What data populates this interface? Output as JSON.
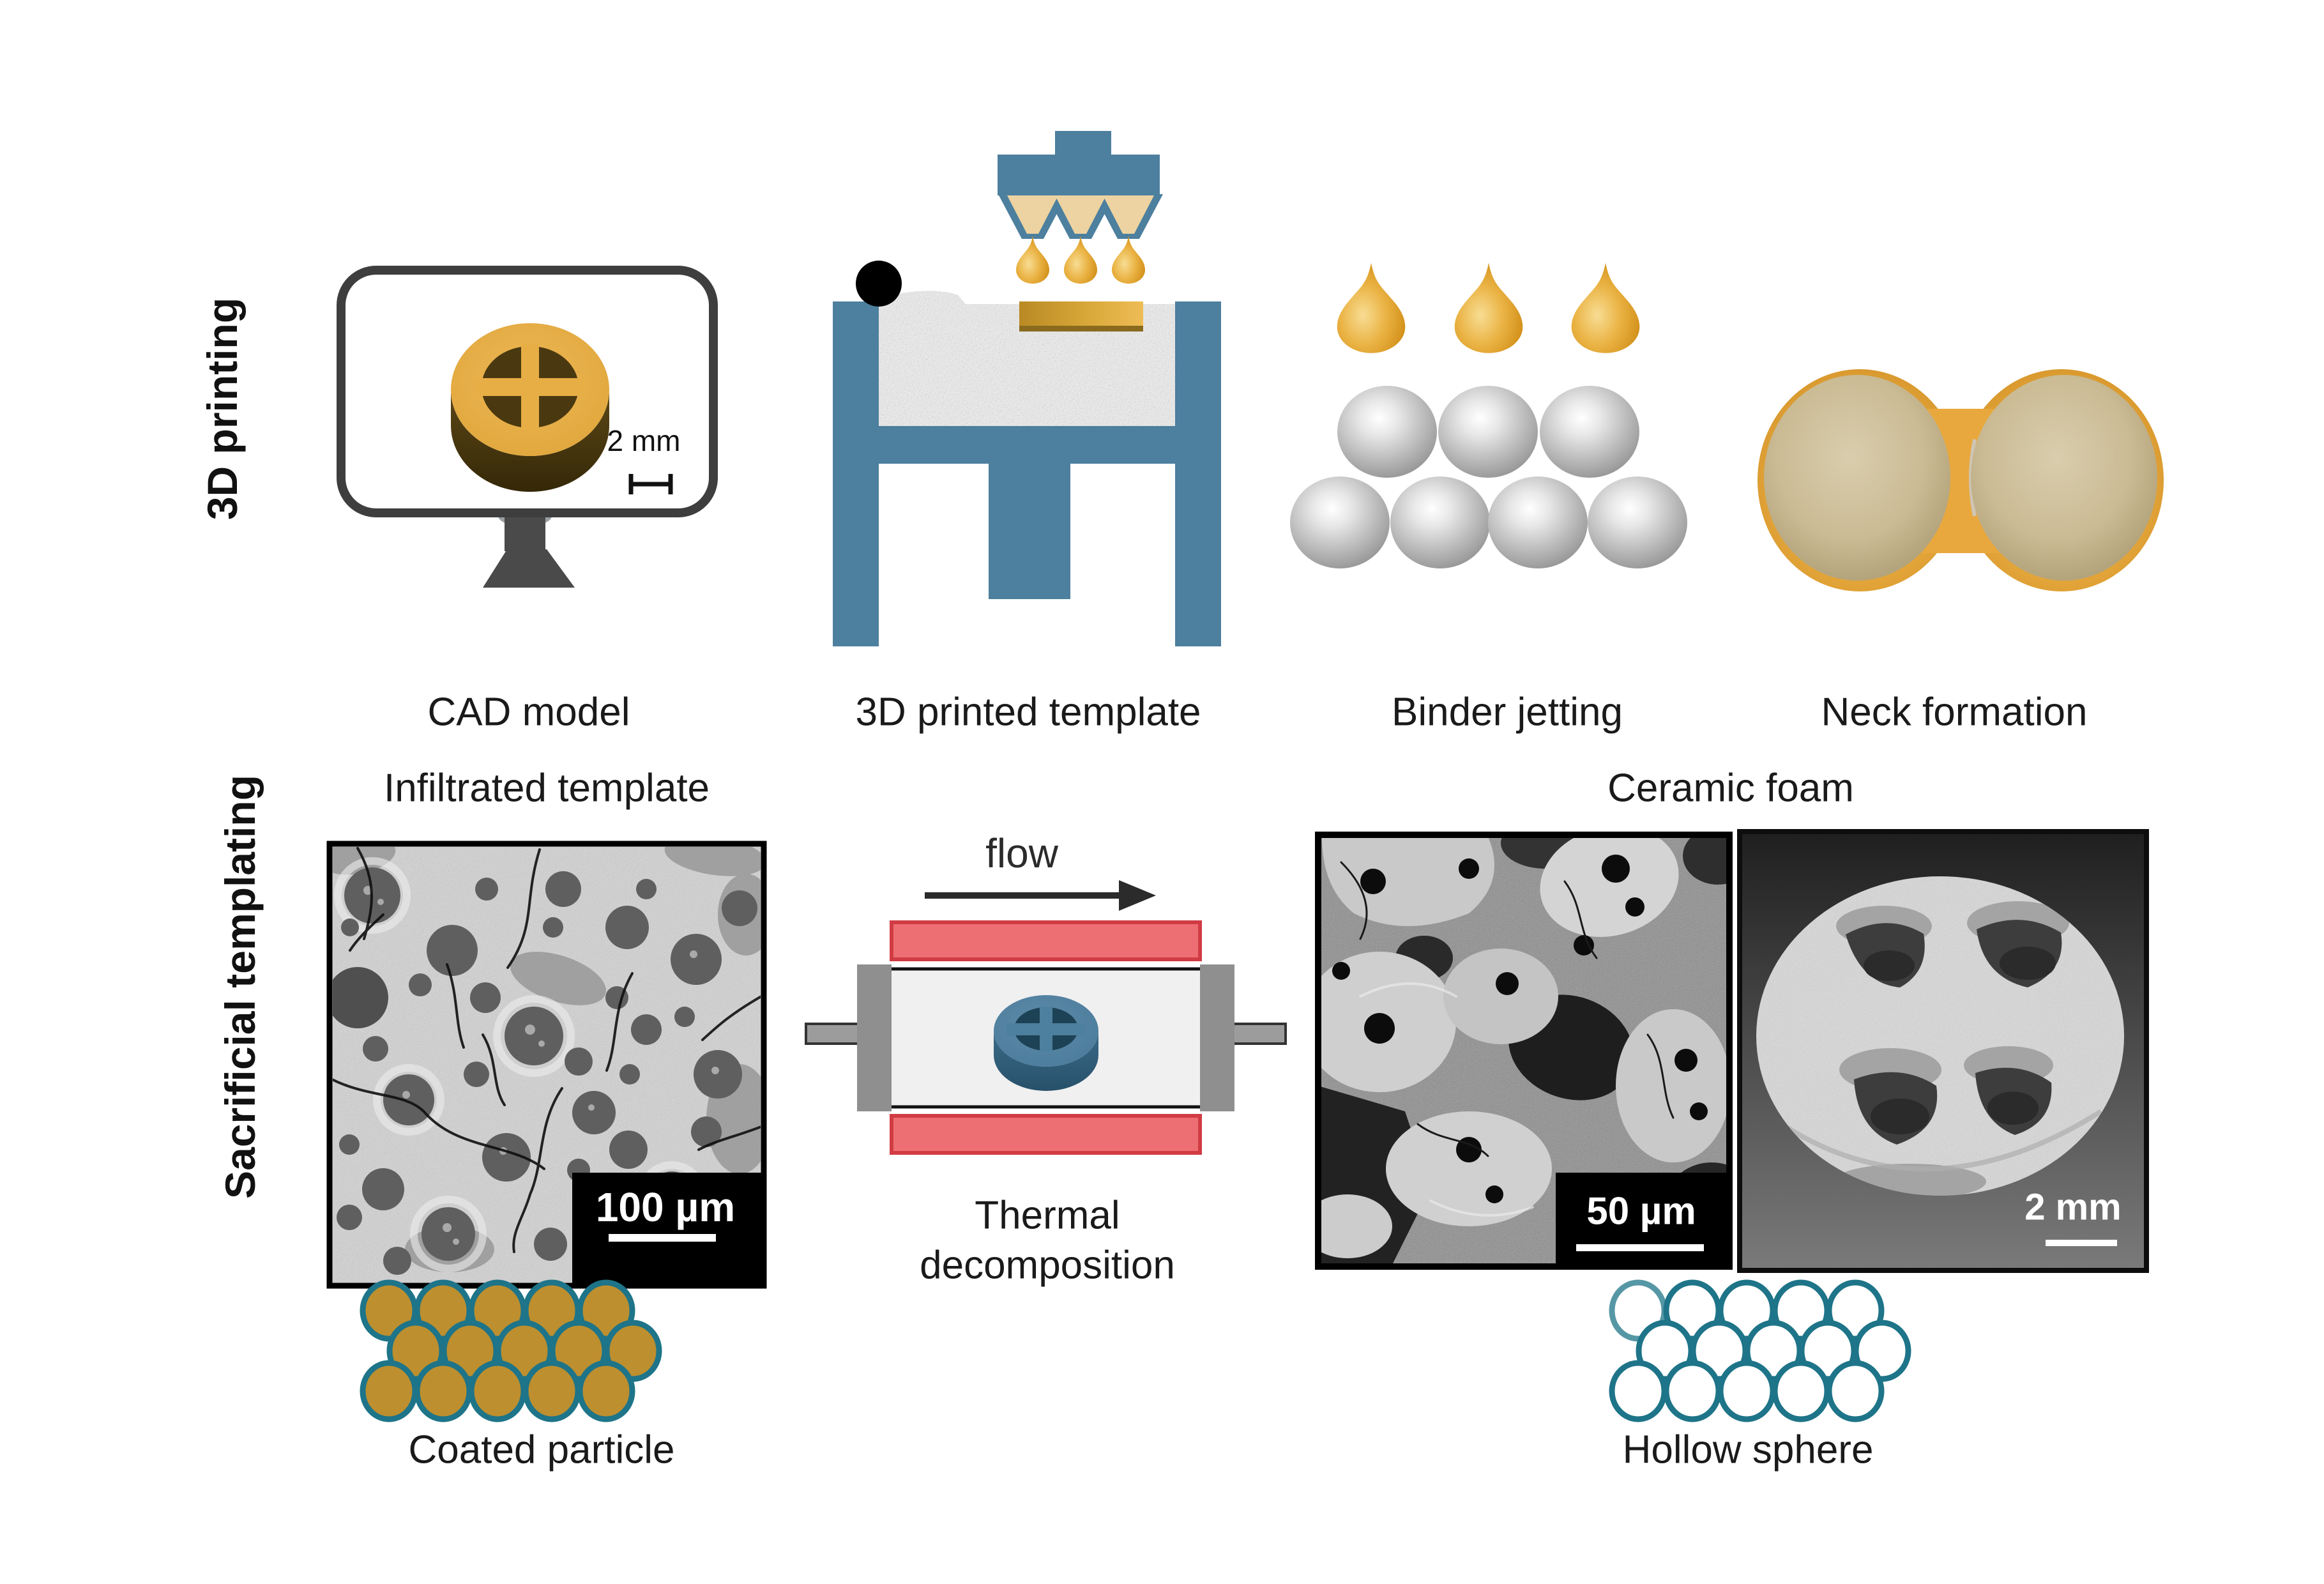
{
  "figure": {
    "row1_label": "3D printing",
    "row2_label": "Sacrificial templating"
  },
  "panels": {
    "cad": {
      "caption": "CAD model",
      "scale_label": "2 mm"
    },
    "printed_template": {
      "caption": "3D printed template"
    },
    "binder_jetting": {
      "caption": "Binder jetting"
    },
    "neck_formation": {
      "caption": "Neck formation"
    },
    "infiltrated_template": {
      "title": "Infiltrated template",
      "scale_label": "100 µm"
    },
    "thermal_decomposition": {
      "flow_label": "flow",
      "caption_line1": "Thermal",
      "caption_line2": "decomposition"
    },
    "ceramic_foam": {
      "title": "Ceramic foam",
      "sem_scale_label": "50 µm",
      "tomo_scale_label": "2 mm"
    },
    "coated_particle": {
      "caption": "Coated particle"
    },
    "hollow_sphere": {
      "caption": "Hollow sphere"
    }
  },
  "colors": {
    "steel_blue": "#4d7f9e",
    "gold": "#e2a73c",
    "cream": "#edd3a1",
    "teal": "#1e7488",
    "mustard": "#bd8f2f",
    "tan": "#c9bb96",
    "furnace_red": "#ee6f73",
    "furnace_red_border": "#d13c44",
    "text": "#111111"
  }
}
